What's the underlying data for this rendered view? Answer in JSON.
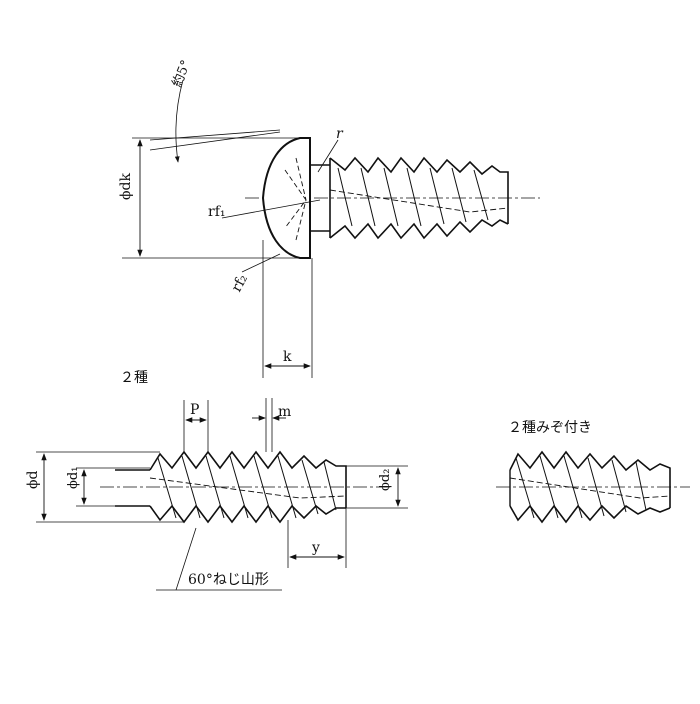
{
  "labels": {
    "angle_note": "約5°",
    "r": "r",
    "rf1": "rf₁",
    "rf2": "rf₂",
    "phi_dk": "ϕdk",
    "k": "k",
    "type2": "２種",
    "p": "P",
    "m": "m",
    "type2_groove": "２種みぞ付き",
    "phi_d": "ϕd",
    "phi_d1": "ϕd₁",
    "phi_d2": "ϕd₂",
    "y": "y",
    "thread_profile": "60°ねじ山形"
  }
}
